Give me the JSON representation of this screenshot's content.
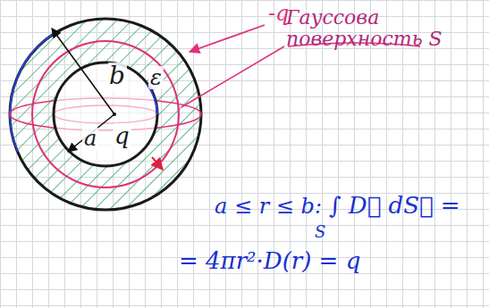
{
  "diagram": {
    "labels": [
      "-q",
      "b",
      "ε",
      "Гауссова поверхность S",
      "a",
      "q",
      "a ≤ r ≤ b:",
      "∫ D⃗ dS⃗ =",
      "S",
      "= 4πr²·D(r) = q"
    ]
  }
}
